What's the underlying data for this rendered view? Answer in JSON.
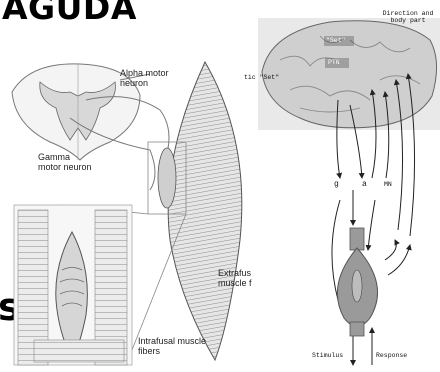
{
  "heading_fragment": "AGUDA",
  "side_fragment": "s",
  "left_figure": {
    "alpha_label": "Alpha motor neuron",
    "gamma_label": "Gamma motor neuron",
    "extrafusal_label": "Extrafus muscle f",
    "intrafusal_label": "Intrafusal muscle fibers"
  },
  "right_figure": {
    "direction_label": "Direction and body part",
    "set_top": "\"Set\"",
    "set_left": "tic \"Set\"",
    "ptn": "PTN",
    "g": "g",
    "a": "a",
    "mn": "MN",
    "stimulus": "Stimulus",
    "response": "Response"
  },
  "colors": {
    "text": "#000000",
    "muscle": "#9a9a9a",
    "brain": "#cfcfcf"
  }
}
